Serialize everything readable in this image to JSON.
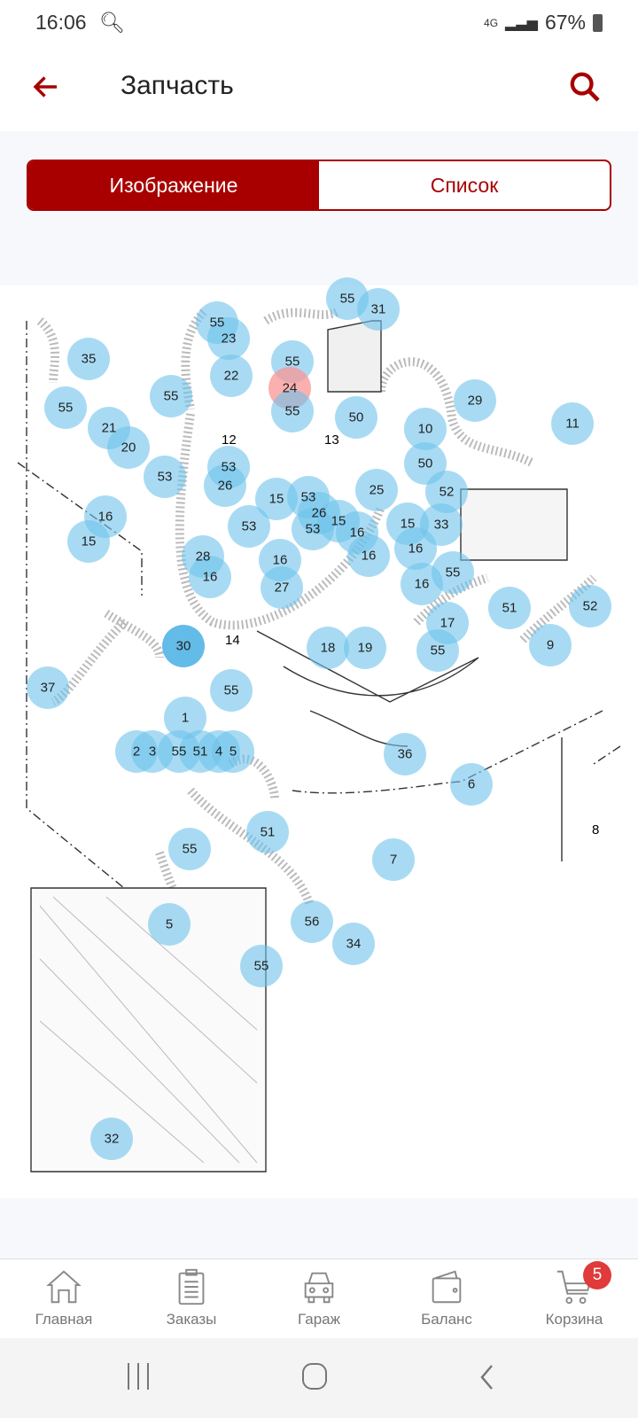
{
  "status": {
    "time": "16:06",
    "network": "4G",
    "battery": "67%"
  },
  "header": {
    "title": "Запчасть"
  },
  "tabs": [
    {
      "label": "Изображение",
      "active": true
    },
    {
      "label": "Список",
      "active": false
    }
  ],
  "diagram": {
    "selected_label": "24",
    "hotspots": [
      "55",
      "31",
      "55",
      "23",
      "35",
      "55",
      "22",
      "24",
      "55",
      "55",
      "55",
      "50",
      "10",
      "29",
      "11",
      "21",
      "20",
      "53",
      "50",
      "52",
      "53",
      "26",
      "15",
      "53",
      "25",
      "26",
      "16",
      "15",
      "53",
      "53",
      "16",
      "15",
      "33",
      "15",
      "16",
      "16",
      "16",
      "28",
      "27",
      "16",
      "16",
      "55",
      "52",
      "51",
      "17",
      "9",
      "30",
      "18",
      "19",
      "55",
      "37",
      "55",
      "1",
      "2",
      "3",
      "55",
      "51",
      "4",
      "5",
      "36",
      "6",
      "51",
      "55",
      "7",
      "56",
      "5",
      "34",
      "55",
      "32"
    ],
    "static_labels": [
      "12",
      "13",
      "14",
      "8"
    ]
  },
  "nav": [
    {
      "label": "Главная",
      "icon": "home-icon"
    },
    {
      "label": "Заказы",
      "icon": "clipboard-icon"
    },
    {
      "label": "Гараж",
      "icon": "car-icon"
    },
    {
      "label": "Баланс",
      "icon": "wallet-icon"
    },
    {
      "label": "Корзина",
      "icon": "cart-icon",
      "badge": "5"
    }
  ],
  "colors": {
    "accent": "#a80000",
    "hotspot": "#6ec3eb",
    "selected": "#f99"
  }
}
